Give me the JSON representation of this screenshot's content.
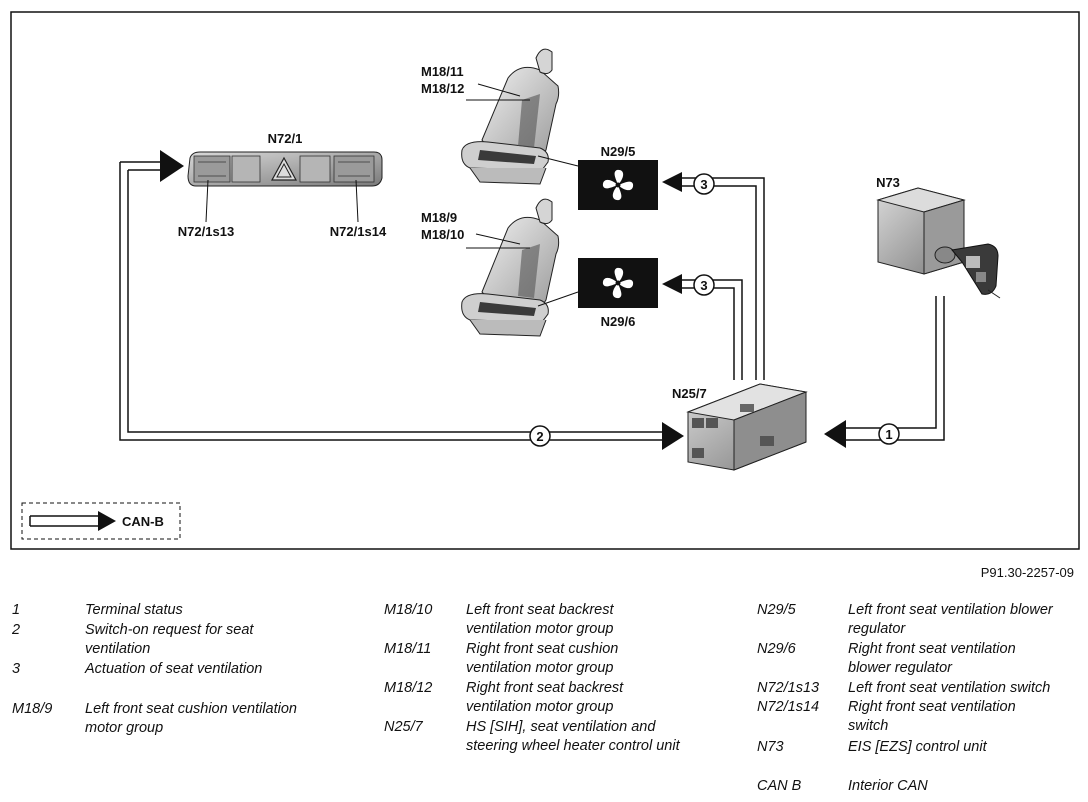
{
  "labels": {
    "n72_1": "N72/1",
    "n72_1s13": "N72/1s13",
    "n72_1s14": "N72/1s14",
    "m18_11": "M18/11",
    "m18_12": "M18/12",
    "m18_9": "M18/9",
    "m18_10": "M18/10",
    "n29_5": "N29/5",
    "n29_6": "N29/6",
    "n73": "N73",
    "n25_7": "N25/7",
    "can_b_key": "CAN-B"
  },
  "markers": {
    "one": "1",
    "two": "2",
    "three_a": "3",
    "three_b": "3"
  },
  "reference": "P91.30-2257-09",
  "legend": {
    "col1": [
      {
        "code": "1",
        "line1": "Terminal status",
        "line2": ""
      },
      {
        "code": "2",
        "line1": "Switch-on request for seat",
        "line2": "ventilation"
      },
      {
        "code": "3",
        "line1": "Actuation of seat ventilation",
        "line2": ""
      },
      {
        "code": "M18/9",
        "line1": "Left front seat cushion ventilation",
        "line2": "motor group"
      }
    ],
    "col2": [
      {
        "code": "M18/10",
        "line1": "Left front seat backrest",
        "line2": "ventilation motor group"
      },
      {
        "code": "M18/11",
        "line1": "Right front seat cushion",
        "line2": "ventilation motor group"
      },
      {
        "code": "M18/12",
        "line1": "Right front seat backrest",
        "line2": "ventilation motor group"
      },
      {
        "code": "N25/7",
        "line1": "HS [SIH], seat ventilation and",
        "line2": "steering wheel heater control unit"
      }
    ],
    "col3": [
      {
        "code": "N29/5",
        "line1": "Left front seat ventilation blower",
        "line2": "regulator"
      },
      {
        "code": "N29/6",
        "line1": "Right front seat ventilation",
        "line2": "blower regulator"
      },
      {
        "code": "N72/1s13",
        "line1": "Left front seat ventilation switch",
        "line2": ""
      },
      {
        "code": "N72/1s14",
        "line1": "Right front seat ventilation",
        "line2": "switch"
      },
      {
        "code": "N73",
        "line1": "EIS [EZS] control unit",
        "line2": ""
      },
      {
        "code": "CAN B",
        "line1": "Interior CAN",
        "line2": ""
      }
    ]
  }
}
